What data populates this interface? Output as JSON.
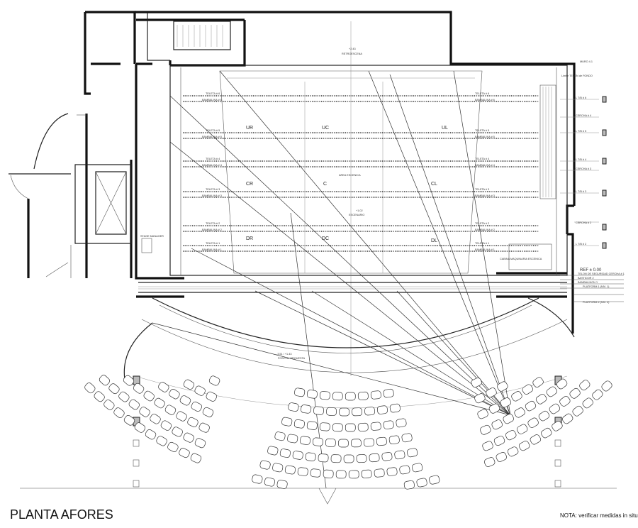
{
  "title": "PLANTA AFORES",
  "note": "NOTA: verificar medidas in situ.",
  "stage_areas": {
    "ur": "UR",
    "uc": "UC",
    "ul": "UL",
    "cr": "CR",
    "c": "C",
    "cl": "CL",
    "dr": "DR",
    "dc": "DC",
    "dl": "DL"
  },
  "labels": {
    "retroescena": "RETROESCENA",
    "area_escenica": "AREA ESCENICA",
    "escenario": "ESCENARIO",
    "foso_orquesta": "FOSO de ORQUESTA",
    "stage_manager": "STAGE MANAGER",
    "cabina_maquinaria": "CABINA MAQUINARIA ESCENICA",
    "muro": "MURO 4.1",
    "telon_fondo": "Limite TELON de FONDO",
    "ref": "REF ± 0.00",
    "telon_seguridad": "TELON DE SEGURIDAD   CERCHA  # 1",
    "bastidor": "BASTIDOR 2",
    "bambalinon": "BAMBALINON Y",
    "platform_1": "PLATFORM 1 (NIV. 1)",
    "platform_2": "PLATFORM 2 (NIV. 2)"
  },
  "battens_left": [
    "TELETA # 6",
    "BAMBALINA # 6",
    "TELETA # 5",
    "BAMBALINA # 5",
    "TELETA # 4",
    "BAMBALINA # 4",
    "TELETA # 3",
    "BAMBALINA # 3",
    "TELETA # 2",
    "BAMBALINA # 2",
    "TELETA # 1",
    "BAMBALINA # 1"
  ],
  "battens_right": [
    "TELETA # 6",
    "BAMBALINA # 6",
    "TELETA # 5",
    "BAMBALINA # 5",
    "TELETA # 4",
    "BAMBALINA # 4",
    "TELETA # 3",
    "BAMBALINA # 3",
    "TELETA # 2",
    "BAMBALINA # 2",
    "TELETA # 1",
    "BAMBALINA # 1"
  ],
  "side_labels": [
    "L T/B # 6",
    "CERCHA # 4",
    "L T/B # 5",
    "L T/B # 4",
    "CERCHA # 3",
    "L T/B # 3",
    "CERCHA # 2",
    "L T/B # 2"
  ],
  "elevations": {
    "retro": "+2.43",
    "stage": "+1.02",
    "pit": "-3.51 / +1.43"
  }
}
